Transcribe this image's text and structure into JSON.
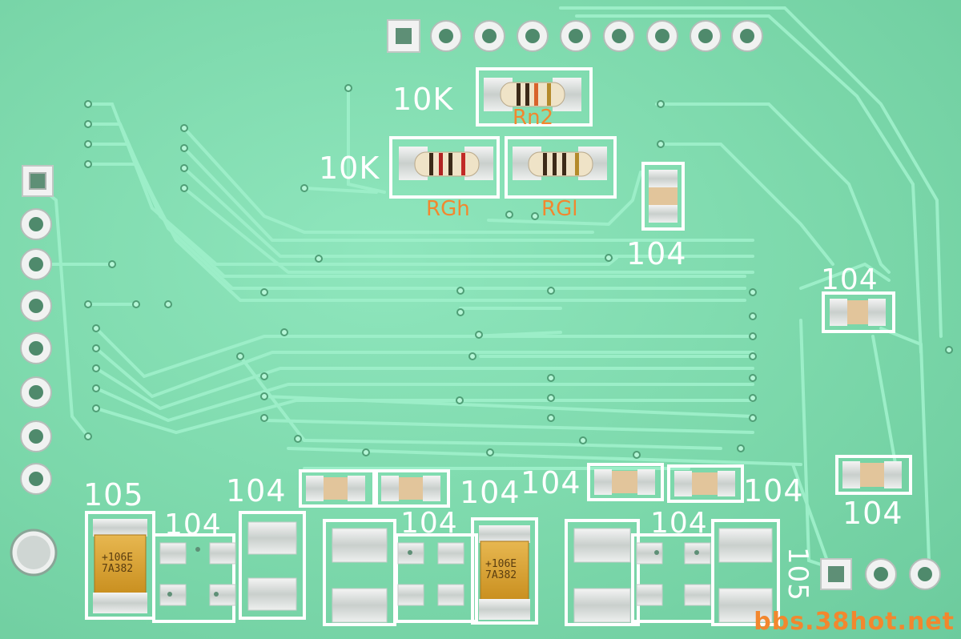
{
  "silkscreen": {
    "r_rn2_value": "10K",
    "r_rgh_value": "10K",
    "c1": "104",
    "c2": "104",
    "c3": "104",
    "c4": "104",
    "c5": "104",
    "c6": "104",
    "c7": "104",
    "c8": "104",
    "c9": "104",
    "c10": "104",
    "c_tant_left": "105",
    "c_tant_right": "105"
  },
  "annotations": {
    "rn2": "Rn2",
    "rgh": "RGh",
    "rgl": "RGl"
  },
  "components": {
    "tantalum_left": {
      "line1": "+106E",
      "line2": "7A382"
    },
    "tantalum_middle": {
      "line1": "+106E",
      "line2": "7A382"
    }
  },
  "colors": {
    "board_green": "#7fd9ad",
    "trace_green": "#9ceec8",
    "silkscreen": "#ffffff",
    "annotation_orange": "#f2872e"
  },
  "watermark": "bbs.38hot.net"
}
